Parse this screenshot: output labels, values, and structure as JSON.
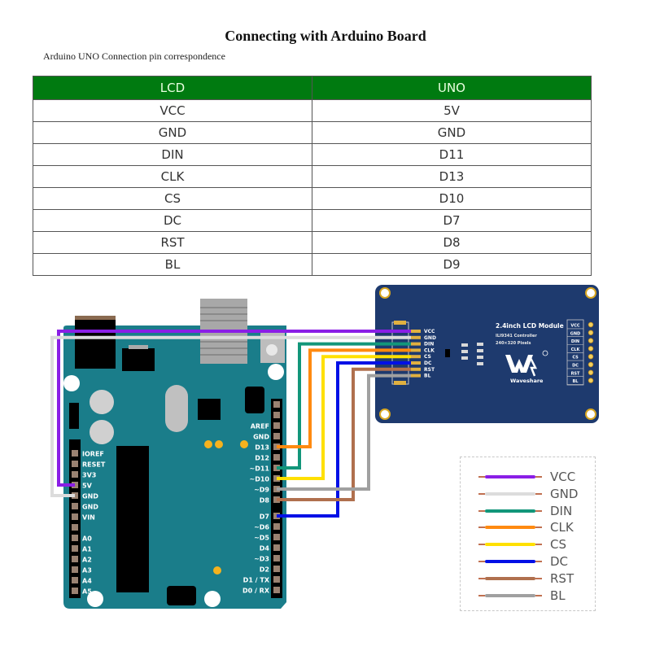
{
  "header": {
    "title": "Connecting with Arduino Board",
    "subtitle": "Arduino UNO Connection pin correspondence"
  },
  "pin_table": {
    "columns": [
      "LCD",
      "UNO"
    ],
    "rows": [
      [
        "VCC",
        "5V"
      ],
      [
        "GND",
        "GND"
      ],
      [
        "DIN",
        "D11"
      ],
      [
        "CLK",
        "D13"
      ],
      [
        "CS",
        "D10"
      ],
      [
        "DC",
        "D7"
      ],
      [
        "RST",
        "D8"
      ],
      [
        "BL",
        "D9"
      ]
    ],
    "header_color": "#007a10"
  },
  "arduino": {
    "board_color": "#1a7d8a",
    "left_header": [
      "IOREF",
      "RESET",
      "3V3",
      "5V",
      "GND",
      "GND",
      "VIN",
      "",
      "A0",
      "A1",
      "A2",
      "A3",
      "A4",
      "A5"
    ],
    "right_header_top": [
      "",
      "",
      "AREF",
      "GND",
      "D13",
      "D12",
      "~D11",
      "~D10",
      "~D9",
      "D8"
    ],
    "right_header_bottom": [
      "D7",
      "~D6",
      "~D5",
      "D4",
      "~D3",
      "D2",
      "D1 / TX",
      "D0 / RX"
    ]
  },
  "lcd_module": {
    "title": "2.4inch LCD Module",
    "controller": "ILI9341 Controller",
    "resolution": "240×320 Pixels",
    "brand": "Waveshare",
    "logo_icon": "waveshare-logo-icon",
    "board_color": "#1e3a6e",
    "pins": [
      "VCC",
      "GND",
      "DIN",
      "CLK",
      "CS",
      "DC",
      "RST",
      "BL"
    ]
  },
  "wires": [
    {
      "signal": "VCC",
      "arduino_pin": "5V",
      "color": "#8a1ee6"
    },
    {
      "signal": "GND",
      "arduino_pin": "GND",
      "color": "#dcdcdc"
    },
    {
      "signal": "DIN",
      "arduino_pin": "~D11",
      "color": "#12967a"
    },
    {
      "signal": "CLK",
      "arduino_pin": "D13",
      "color": "#ff8a10"
    },
    {
      "signal": "CS",
      "arduino_pin": "~D10",
      "color": "#ffe000"
    },
    {
      "signal": "DC",
      "arduino_pin": "D7",
      "color": "#0010e6"
    },
    {
      "signal": "RST",
      "arduino_pin": "D8",
      "color": "#b0704e"
    },
    {
      "signal": "BL",
      "arduino_pin": "~D9",
      "color": "#a0a0a0"
    }
  ],
  "legend": [
    {
      "label": "VCC",
      "color": "#8a1ee6"
    },
    {
      "label": "GND",
      "color": "#dcdcdc"
    },
    {
      "label": "DIN",
      "color": "#12967a"
    },
    {
      "label": "CLK",
      "color": "#ff8a10"
    },
    {
      "label": "CS",
      "color": "#ffe000"
    },
    {
      "label": "DC",
      "color": "#0010e6"
    },
    {
      "label": "RST",
      "color": "#b0704e"
    },
    {
      "label": "BL",
      "color": "#a0a0a0"
    }
  ]
}
